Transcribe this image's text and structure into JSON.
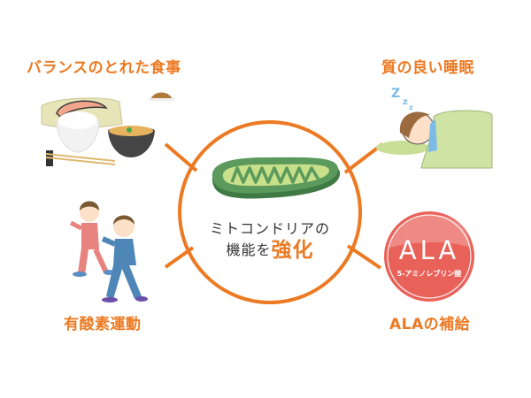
{
  "center": {
    "line1": "ミトコンドリアの",
    "line2_prefix": "機能を",
    "line2_emphasis": "強化",
    "icon": "mitochondria-icon"
  },
  "factors": [
    {
      "id": "food",
      "label": "バランスのとれた食事",
      "icon": "japanese-meal-icon"
    },
    {
      "id": "sleep",
      "label": "質の良い睡眠",
      "icon": "sleeping-person-icon"
    },
    {
      "id": "exercise",
      "label": "有酸素運動",
      "icon": "walking-people-icon"
    },
    {
      "id": "ala",
      "label": "ALAの補給",
      "icon": "ala-badge-icon"
    }
  ],
  "ala_badge": {
    "title": "ALA",
    "subtitle": "5-アミノレブリン酸"
  },
  "colors": {
    "accent_orange": "#ec7a23",
    "text_dark": "#333333",
    "mito_outer": "#4f8a4f",
    "mito_inner": "#c9e08a",
    "ala_red": "#e9625a"
  }
}
